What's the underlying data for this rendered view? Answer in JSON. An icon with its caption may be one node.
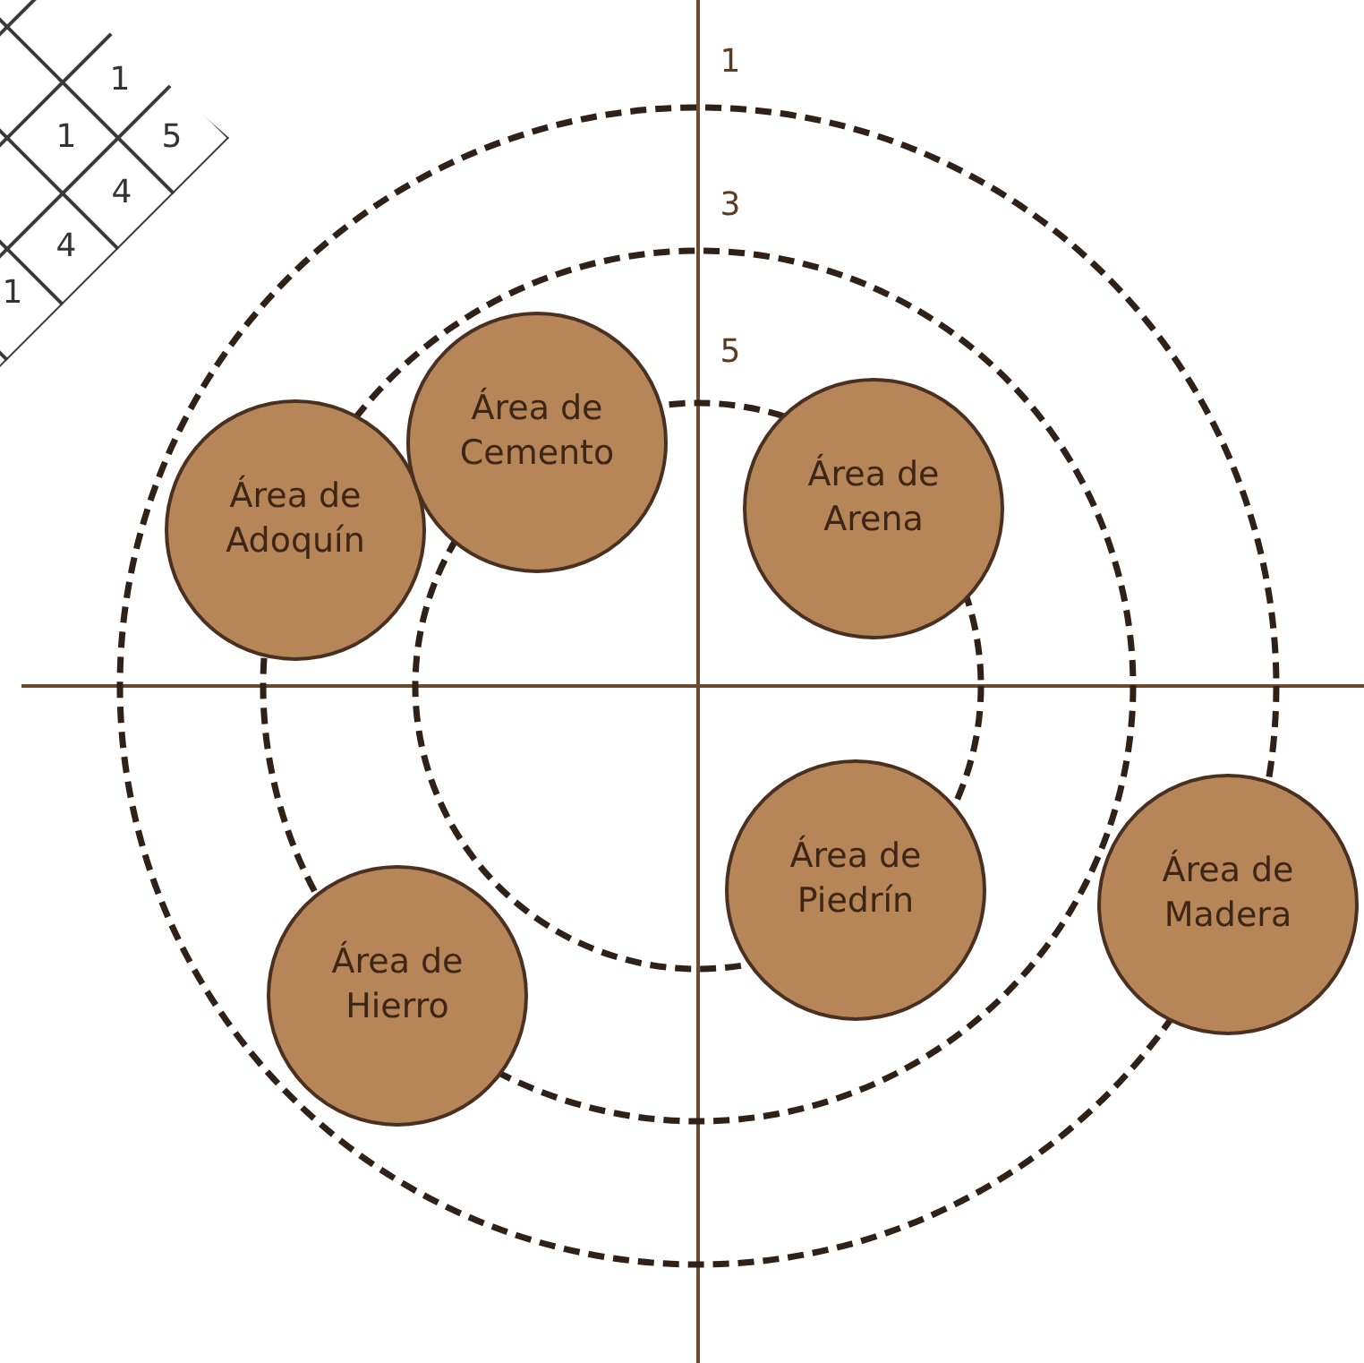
{
  "diagram": {
    "nodes": [
      {
        "text": [
          "Área de Adoquín"
        ]
      },
      {
        "text": [
          "Área de Cemento"
        ]
      },
      {
        "text": [
          "Área de Arena"
        ]
      },
      {
        "text": [
          "Área de Piedrín"
        ]
      },
      {
        "text": [
          "Área de Hierro"
        ]
      },
      {
        "text": [
          "Área de Madera"
        ]
      }
    ],
    "edges": [],
    "labels": [
      "1",
      "1",
      "1",
      "5",
      "4",
      "3",
      "4",
      "1",
      "5"
    ]
  }
}
